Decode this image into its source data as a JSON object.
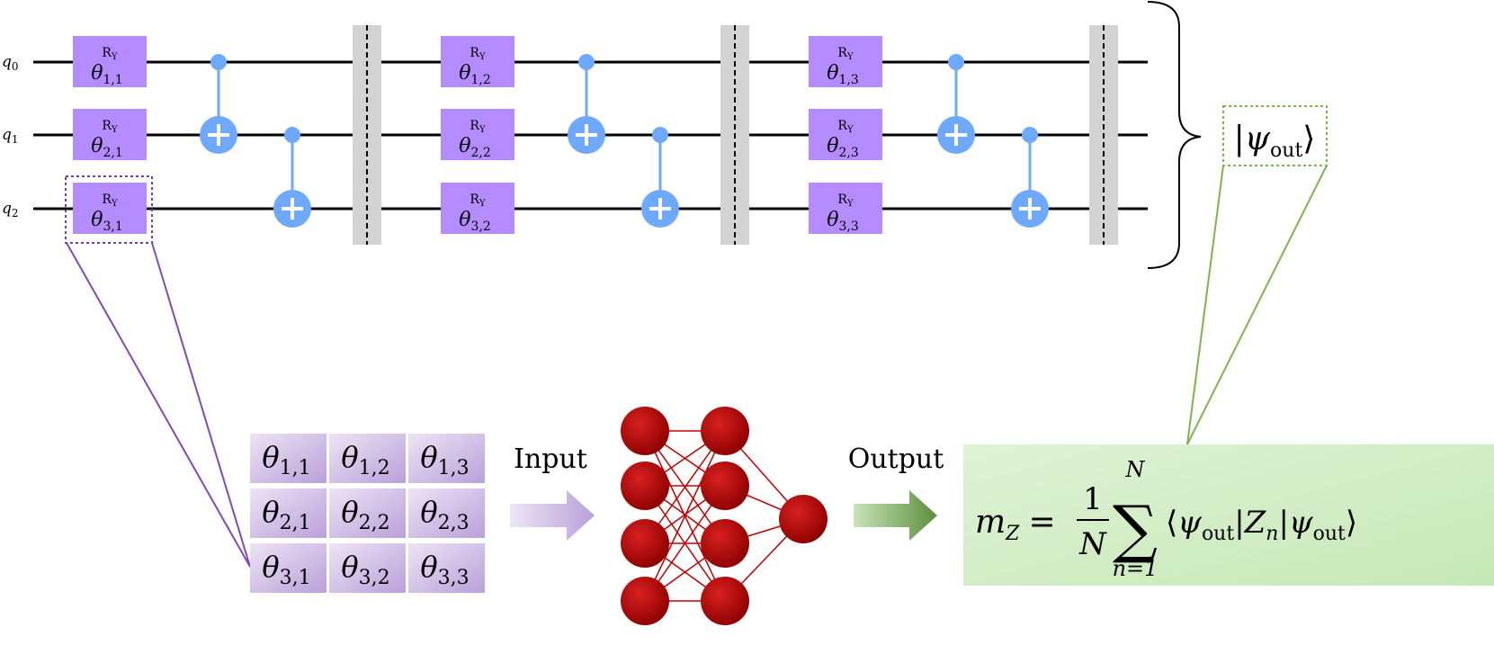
{
  "circuit": {
    "qubits": [
      {
        "base": "q",
        "sub": "0"
      },
      {
        "base": "q",
        "sub": "1"
      },
      {
        "base": "q",
        "sub": "2"
      }
    ],
    "layers": [
      {
        "gates": [
          {
            "name": "R",
            "name_sub": "Y",
            "theta": "θ",
            "index": "1,1"
          },
          {
            "name": "R",
            "name_sub": "Y",
            "theta": "θ",
            "index": "2,1"
          },
          {
            "name": "R",
            "name_sub": "Y",
            "theta": "θ",
            "index": "3,1"
          }
        ]
      },
      {
        "gates": [
          {
            "name": "R",
            "name_sub": "Y",
            "theta": "θ",
            "index": "1,2"
          },
          {
            "name": "R",
            "name_sub": "Y",
            "theta": "θ",
            "index": "2,2"
          },
          {
            "name": "R",
            "name_sub": "Y",
            "theta": "θ",
            "index": "3,2"
          }
        ]
      },
      {
        "gates": [
          {
            "name": "R",
            "name_sub": "Y",
            "theta": "θ",
            "index": "1,3"
          },
          {
            "name": "R",
            "name_sub": "Y",
            "theta": "θ",
            "index": "2,3"
          },
          {
            "name": "R",
            "name_sub": "Y",
            "theta": "θ",
            "index": "3,3"
          }
        ]
      }
    ],
    "output_state": {
      "bar": "|",
      "psi": "ψ",
      "sub": "out",
      "angle": "⟩"
    }
  },
  "param_matrix": [
    [
      {
        "theta": "θ",
        "index": "1,1"
      },
      {
        "theta": "θ",
        "index": "1,2"
      },
      {
        "theta": "θ",
        "index": "1,3"
      }
    ],
    [
      {
        "theta": "θ",
        "index": "2,1"
      },
      {
        "theta": "θ",
        "index": "2,2"
      },
      {
        "theta": "θ",
        "index": "2,3"
      }
    ],
    [
      {
        "theta": "θ",
        "index": "3,1"
      },
      {
        "theta": "θ",
        "index": "3,2"
      },
      {
        "theta": "θ",
        "index": "3,3"
      }
    ]
  ],
  "labels": {
    "input": "Input",
    "output": "Output"
  },
  "network": {
    "layers": [
      4,
      4,
      1
    ]
  },
  "formula": {
    "m": "m",
    "m_sub": "Z",
    "eq": "=",
    "one": "1",
    "N": "N",
    "sum_top": "N",
    "sum_bottom": "n=1",
    "sigma": "∑",
    "left_angle": "⟨",
    "psi": "ψ",
    "psi_sub": "out",
    "bar": "|",
    "Z": "Z",
    "Z_sub": "n",
    "right_angle": "⟩"
  },
  "colors": {
    "gate": "#b48cff",
    "cnot": "#6fa8ff",
    "barrier": "#d3d3d3",
    "wire": "#000000",
    "selection": "#7a3aa8",
    "zoom_line": "#7f4ab8",
    "param_cell_light": "#ede4f5",
    "param_cell_dark": "#b9a0d9",
    "input_arrow_light": "#ece6f5",
    "input_arrow_dark": "#b8a0d8",
    "neuron_light": "#d92020",
    "neuron_dark": "#8b0000",
    "edge": "#c00000",
    "output_arrow_light": "#c8e3b8",
    "output_arrow_dark": "#5c8f3c",
    "formula_bg": "#dff2d6",
    "formula_bg_dark": "#c6e8b6",
    "green_line": "#7ab648"
  }
}
